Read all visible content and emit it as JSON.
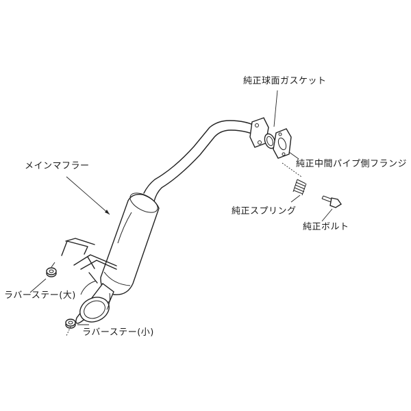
{
  "labels": {
    "main_muffler": "メインマフラー",
    "oem_spherical_gasket": "純正球面ガスケット",
    "oem_mid_pipe_flange": "純正中間パイプ側フランジ",
    "oem_spring": "純正スプリング",
    "oem_bolt": "純正ボルト",
    "rubber_stay_large": "ラバーステー(大)",
    "rubber_stay_small": "ラバーステー(小)"
  }
}
